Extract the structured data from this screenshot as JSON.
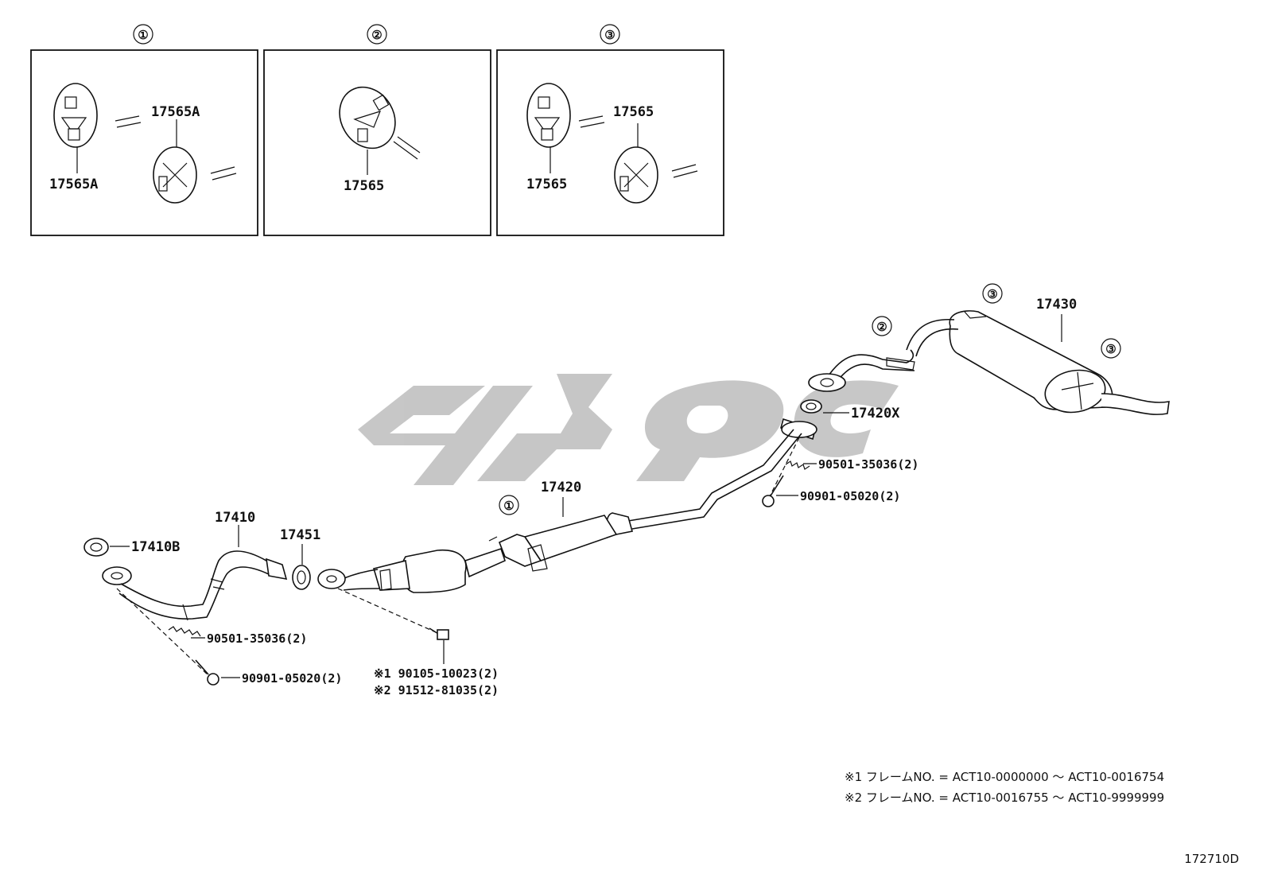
{
  "callouts": {
    "c1": "①",
    "c2": "②",
    "c3": "③"
  },
  "boxes": {
    "box1": {
      "upper_label": "17565A",
      "lower_label": "17565A"
    },
    "box2": {
      "label": "17565"
    },
    "box3": {
      "upper_label": "17565",
      "lower_label": "17565"
    }
  },
  "parts": {
    "p17430": "17430",
    "p17420x": "17420X",
    "p90501_right": "90501-35036(2)",
    "p90901_right": "90901-05020(2)",
    "p17420": "17420",
    "p17410": "17410",
    "p17451": "17451",
    "p17410b": "17410B",
    "p90501_left": "90501-35036(2)",
    "p90901_left": "90901-05020(2)",
    "ref1": "※1 90105-10023(2)",
    "ref2": "※2 91512-81035(2)"
  },
  "notes": {
    "note1": "※1 フレームNO. = ACT10-0000000 ～ ACT10-0016754",
    "note2": "※2 フレームNO. = ACT10-0016755 ～ ACT10-9999999"
  },
  "diagram_id": "172710D",
  "colors": {
    "line": "#111111",
    "watermark": "#c4c4c4",
    "background": "#ffffff"
  }
}
